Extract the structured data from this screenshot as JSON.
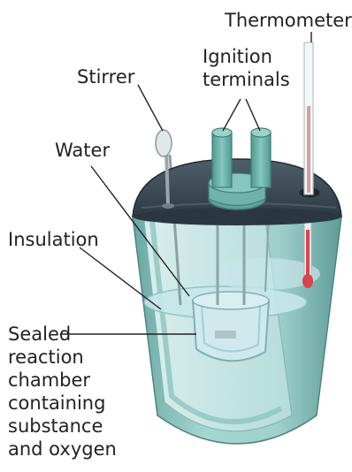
{
  "labels": {
    "thermometer": "Thermometer",
    "ignition_terminals": "Ignition\nterminals",
    "stirrer": "Stirrer",
    "water": "Water",
    "insulation": "Insulation",
    "reaction_chamber": "Sealed\nreaction\nchamber\ncontaining\nsubstance\nand oxygen"
  },
  "colors": {
    "vessel_body": "#9ecfca",
    "vessel_dark": "#5f9c98",
    "lid": "#3b4a55",
    "water": "#b9dde0",
    "terminal": "#6fb3ab",
    "thermometer_liquid": "#d9434a"
  }
}
